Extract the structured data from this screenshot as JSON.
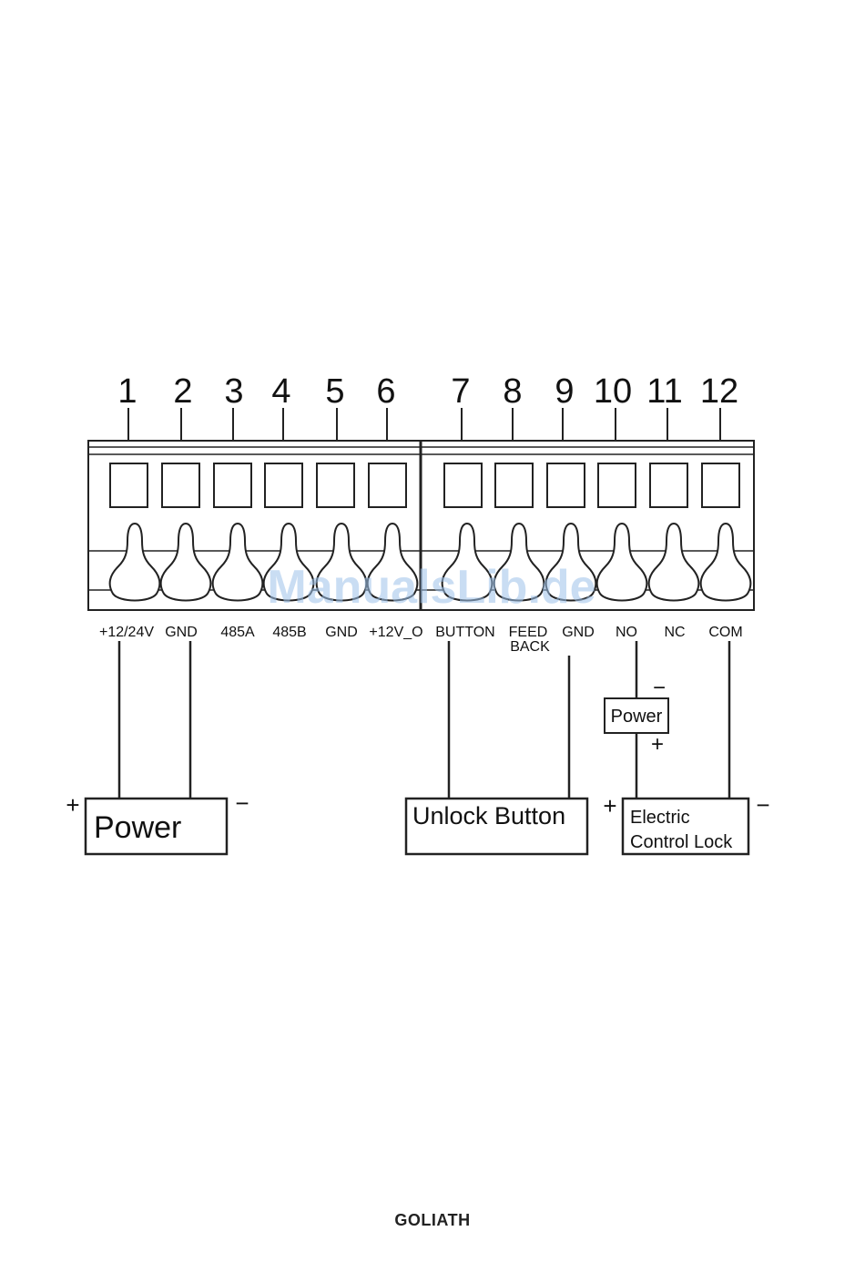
{
  "terminal_numbers": [
    "1",
    "2",
    "3",
    "4",
    "5",
    "6",
    "7",
    "8",
    "9",
    "10",
    "11",
    "12"
  ],
  "pin_labels": [
    "+12/24V",
    "GND",
    "485A",
    "485B",
    "GND",
    "+12V_O",
    "BUTTON",
    "FEED",
    "BACK",
    "GND",
    "NO",
    "NC",
    "COM"
  ],
  "watermark": "ManualsLib.de",
  "power_supply": {
    "label": "Power",
    "plus": "+",
    "minus": "−"
  },
  "unlock_button": {
    "label": "Unlock Button"
  },
  "lock_power": {
    "label": "Power",
    "minus": "−",
    "plus": "+"
  },
  "electric_lock": {
    "line1": "Electric",
    "line2": "Control Lock",
    "plus": "+",
    "minus": "−"
  },
  "footer": {
    "logo": "GOLIATH"
  }
}
